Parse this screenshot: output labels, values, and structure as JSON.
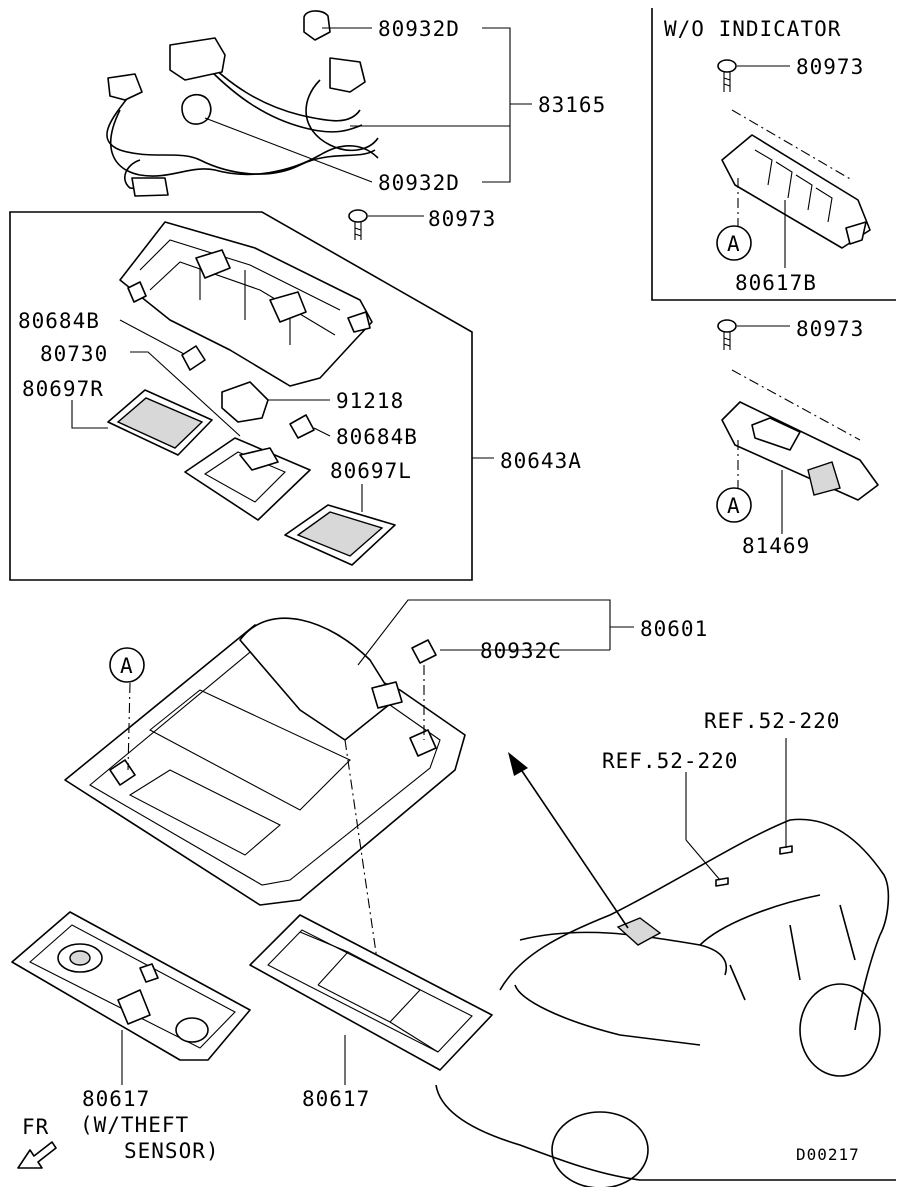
{
  "labels": {
    "p80932d_top": "80932D",
    "p83165": "83165",
    "p80932d_bottom": "80932D",
    "w_o_indicator": "W/O INDICATOR",
    "p80973_a": "80973",
    "p80617b": "80617B",
    "p80973_b": "80973",
    "p80973_c": "80973",
    "p81469": "81469",
    "p80684b_a": "80684B",
    "p80730": "80730",
    "p80697r": "80697R",
    "p91218": "91218",
    "p80684b_b": "80684B",
    "p80643a": "80643A",
    "p80697l": "80697L",
    "p80601": "80601",
    "p80932c": "80932C",
    "ref_1": "REF.52-220",
    "ref_2": "REF.52-220",
    "p80617_left": "80617",
    "theft_1": "(W/THEFT",
    "theft_2": "SENSOR)",
    "p80617_mid": "80617",
    "fr": "FR",
    "diagram_code": "D00217",
    "callout_a": "A"
  }
}
